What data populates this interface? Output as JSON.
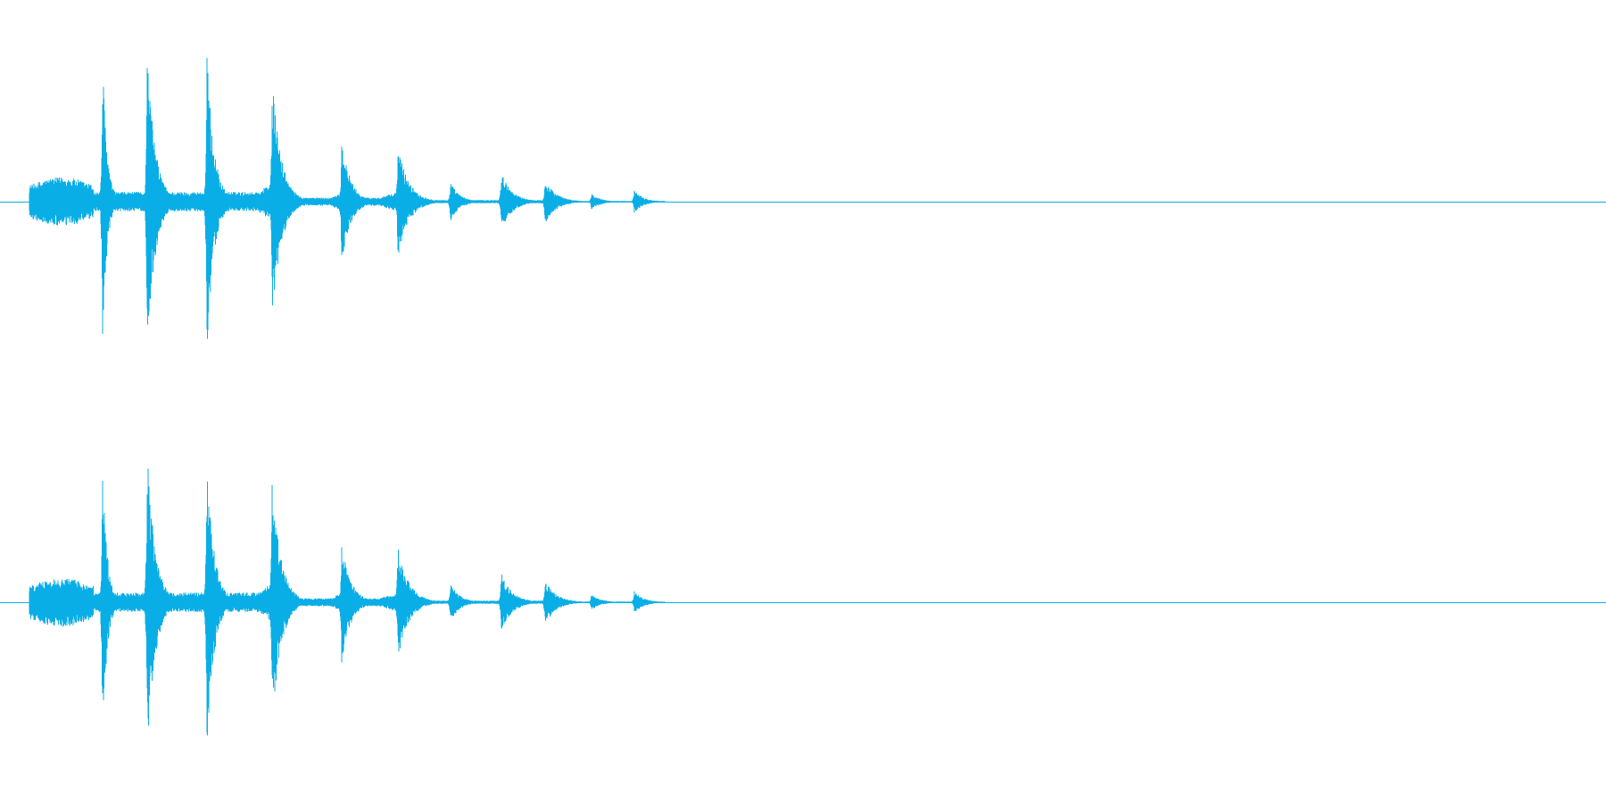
{
  "waveform": {
    "channel_count": 2,
    "color": "#0aaee6",
    "background": "#ffffff",
    "channels": [
      {
        "id": "left"
      },
      {
        "id": "right"
      }
    ]
  }
}
